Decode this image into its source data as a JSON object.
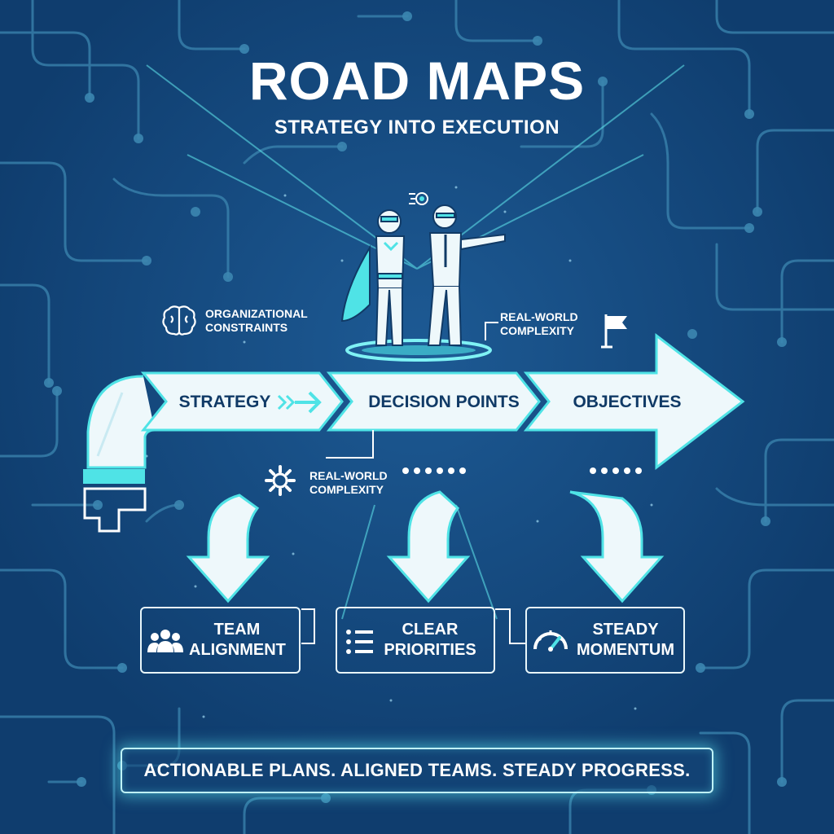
{
  "title": "ROAD MAPS",
  "subtitle": "STRATEGY INTO EXECUTION",
  "stages": [
    {
      "label": "STRATEGY"
    },
    {
      "label": "DECISION POINTS"
    },
    {
      "label": "OBJECTIVES"
    }
  ],
  "notes": {
    "organizational": "ORGANIZATIONAL CONSTRAINTS",
    "real_world_top": "REAL-WORLD COMPLEXITY",
    "real_world_bottom": "REAL-WORLD COMPLEXITY"
  },
  "outcomes": [
    {
      "line1": "TEAM",
      "line2": "ALIGNMENT",
      "icon": "team-icon"
    },
    {
      "line1": "CLEAR",
      "line2": "PRIORITIES",
      "icon": "list-icon"
    },
    {
      "line1": "STEADY",
      "line2": "MOMENTUM",
      "icon": "gauge-icon"
    }
  ],
  "tagline": "ACTIONABLE PLANS. ALIGNED TEAMS. STEADY PROGRESS.",
  "colors": {
    "background": "#0f3d6e",
    "accent": "#4fe3e6",
    "arrow_fill": "#eef8fb",
    "text_dark": "#103a66",
    "circuit": "#3c86b0"
  },
  "icons": [
    "brain-icon",
    "gear-icon",
    "flag-icon",
    "double-arrow-icon",
    "superhero-figure",
    "businessman-figure"
  ]
}
